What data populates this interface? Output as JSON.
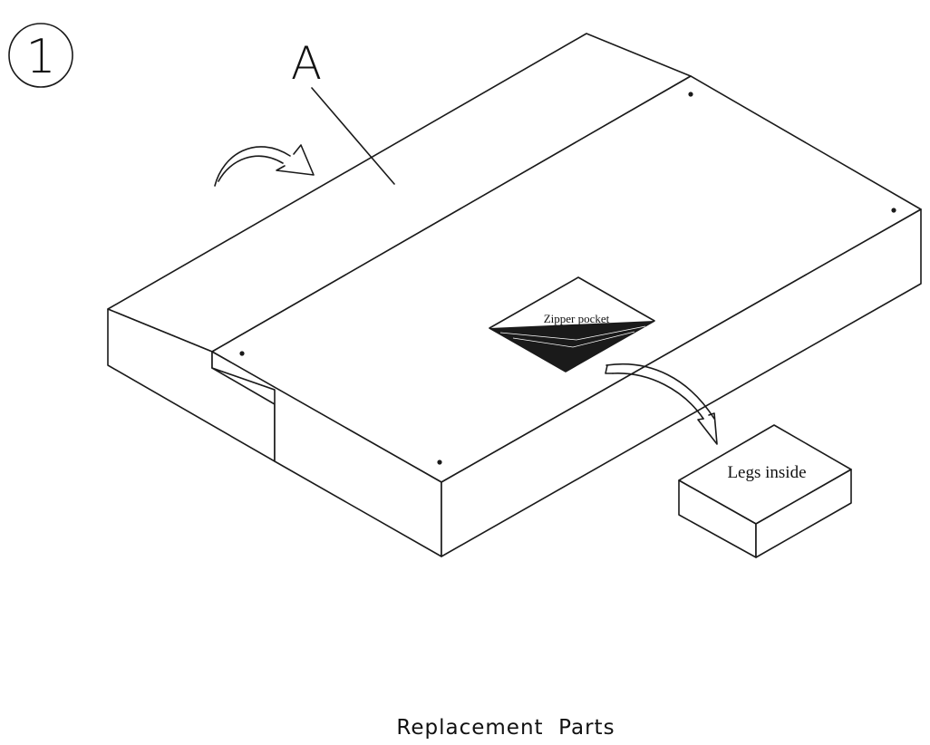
{
  "step": {
    "number": "1"
  },
  "labels": {
    "part_letter": "A",
    "zipper_pocket": "Zipper pocket",
    "legs_box": "Legs inside",
    "caption": "Replacement  Parts"
  },
  "colors": {
    "line": "#1a1a1a",
    "background": "#ffffff"
  }
}
